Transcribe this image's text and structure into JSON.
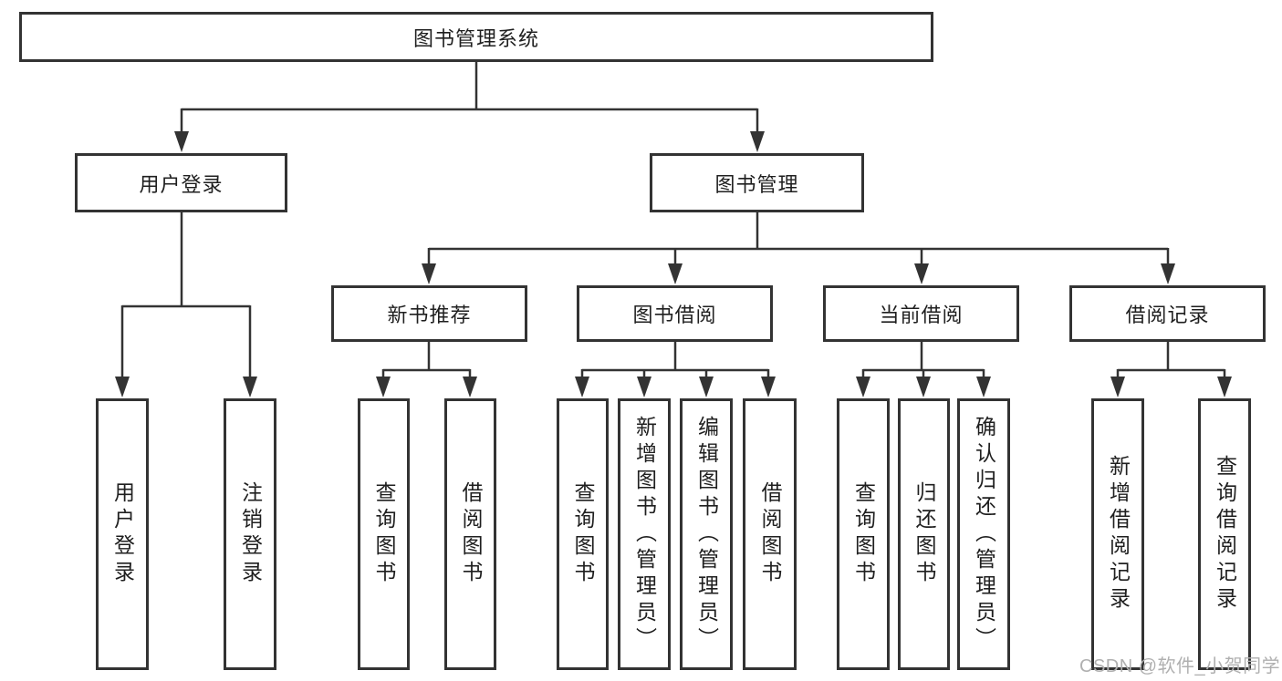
{
  "diagram": {
    "title_node": "图书管理系统",
    "level2": {
      "user_login": "用户登录",
      "book_management": "图书管理"
    },
    "level3": {
      "new_book_recommend": "新书推荐",
      "book_borrow": "图书借阅",
      "current_borrow": "当前借阅",
      "borrow_records": "借阅记录"
    },
    "leaves": {
      "user_login": [
        "用户登录",
        "注销登录"
      ],
      "new_book_recommend": [
        "查询图书",
        "借阅图书"
      ],
      "book_borrow": [
        "查询图书",
        "新增图书（管理员）",
        "编辑图书（管理员）",
        "借阅图书"
      ],
      "current_borrow": [
        "查询图书",
        "归还图书",
        "确认归还（管理员）"
      ],
      "borrow_records": [
        "新增借阅记录",
        "查询借阅记录"
      ]
    }
  },
  "watermark": "CSDN @软件_小贺同学",
  "colors": {
    "line": "#333333",
    "text": "#1f1f1f",
    "watermark": "#b0b0b0",
    "background": "#ffffff"
  }
}
